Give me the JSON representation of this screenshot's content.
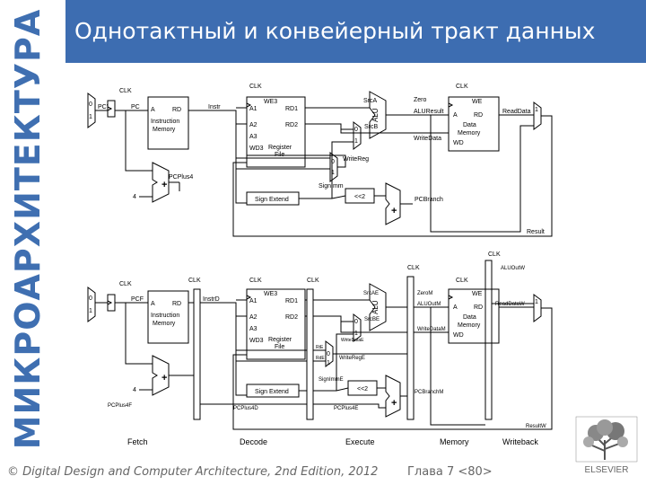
{
  "side_title": "МИКРОАРХИТЕКТУРА",
  "title": "Однотактный и конвейерный тракт данных",
  "single_cycle": {
    "clk": "CLK",
    "pc_prime": "PC'",
    "pc": "PC",
    "a": "A",
    "rd": "RD",
    "imem_1": "Instruction",
    "imem_2": "Memory",
    "instr": "Instr",
    "we3": "WE3",
    "a1": "A1",
    "a2": "A2",
    "a3": "A3",
    "wd3": "WD3",
    "rd1": "RD1",
    "rd2": "RD2",
    "rf_1": "Register",
    "rf_2": "File",
    "sign_extend": "Sign Extend",
    "signimm": "SignImm",
    "sl2": "<<2",
    "srca": "SrcA",
    "srcb": "SrcB",
    "alu": "ALU",
    "zero": "Zero",
    "aluresult": "ALUResult",
    "writedata": "WriteData",
    "writereg": "WriteReg",
    "we": "WE",
    "dmem_1": "Data",
    "dmem_2": "Memory",
    "wd": "WD",
    "readdata": "ReadData",
    "pcplus4": "PCPlus4",
    "pcbranch": "PCBranch",
    "result": "Result",
    "four": "4",
    "mux0": "0",
    "mux1": "1"
  },
  "pipelined": {
    "clk": "CLK",
    "pcf": "PCF",
    "instrd": "InstrD",
    "srcae": "SrcAE",
    "srcbe": "SrcBE",
    "writedatae": "WriteDataE",
    "writerege": "WriteRegE",
    "rte": "RtE",
    "rde": "RdE",
    "signimme": "SignImmE",
    "zerom": "ZeroM",
    "aluoutm": "ALUOutM",
    "writedatam": "WriteDataM",
    "pcbranchm": "PCBranchM",
    "readdataw": "ReadDataW",
    "aluoutw": "ALUOutW",
    "resultw": "ResultW",
    "pcplus4f": "PCPlus4F",
    "pcplus4d": "PCPlus4D",
    "pcplus4e": "PCPlus4E"
  },
  "stages": [
    "Fetch",
    "Decode",
    "Execute",
    "Memory",
    "Writeback"
  ],
  "footer_left": "© Digital Design and Computer Architecture, 2nd Edition, 2012",
  "footer_right": "Глава 7 <80>",
  "publisher": "ELSEVIER"
}
